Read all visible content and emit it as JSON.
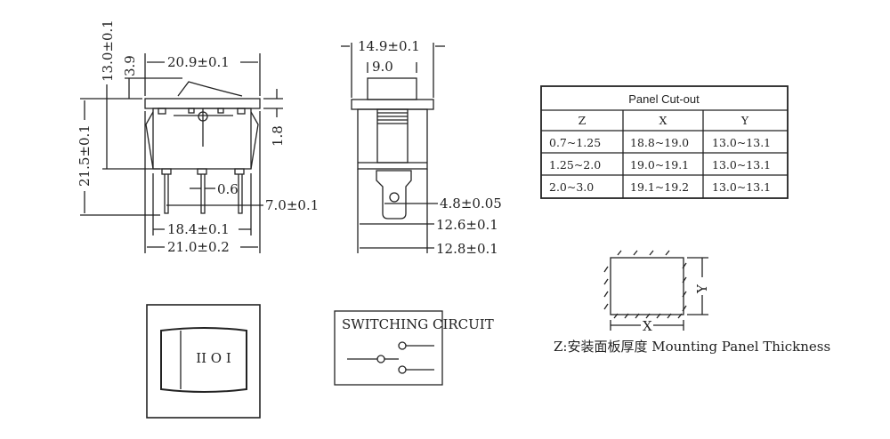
{
  "side_view": {
    "width_top": "20.9±0.1",
    "height_total": "13.0±0.1",
    "rocker_height": "3.9",
    "height_body": "21.5±0.1",
    "flange_thickness": "1.8",
    "pin_width": "0.6",
    "pin_pitch": "7.0±0.1",
    "body_width": "18.4±0.1",
    "bottom_width": "21.0±0.2"
  },
  "front_view": {
    "flange_width": "14.9±0.1",
    "actuator_width": "9.0",
    "terminal_width": "4.8±0.05",
    "body_depth_inner": "12.6±0.1",
    "body_depth_outer": "12.8±0.1"
  },
  "panel_cutout": {
    "title": "Panel Cut-out",
    "headers": [
      "Z",
      "X",
      "Y"
    ],
    "rows": [
      [
        "0.7~1.25",
        "18.8~19.0",
        "13.0~13.1"
      ],
      [
        "1.25~2.0",
        "19.0~19.1",
        "13.0~13.1"
      ],
      [
        "2.0~3.0",
        "19.1~19.2",
        "13.0~13.1"
      ]
    ]
  },
  "panel_diagram": {
    "x_label": "X",
    "y_label": "Y",
    "caption": "Z:安装面板厚度 Mounting Panel Thickness"
  },
  "rocker_face": {
    "symbol": "II O I"
  },
  "switching_circuit": {
    "title": "SWITCHING CIRCUIT"
  }
}
